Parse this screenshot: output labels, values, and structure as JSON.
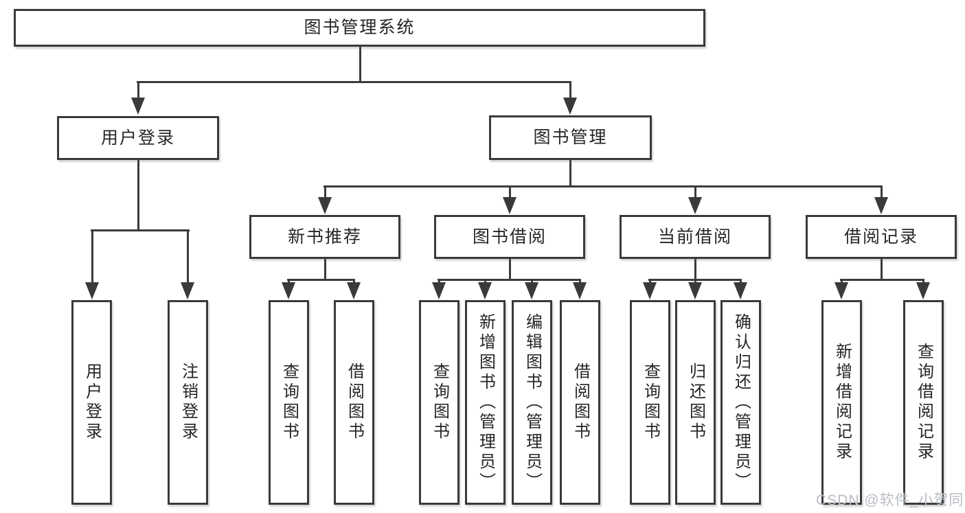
{
  "diagram": {
    "root": {
      "label": "图书管理系统"
    },
    "branches": [
      {
        "label": "用户登录",
        "leaves": [
          {
            "label": "用户登录"
          },
          {
            "label": "注销登录"
          }
        ]
      },
      {
        "label": "图书管理",
        "groups": [
          {
            "label": "新书推荐",
            "leaves": [
              {
                "label": "查询图书"
              },
              {
                "label": "借阅图书"
              }
            ]
          },
          {
            "label": "图书借阅",
            "leaves": [
              {
                "label": "查询图书"
              },
              {
                "label": "新增图书（管理员）"
              },
              {
                "label": "编辑图书（管理员）"
              },
              {
                "label": "借阅图书"
              }
            ]
          },
          {
            "label": "当前借阅",
            "leaves": [
              {
                "label": "查询图书"
              },
              {
                "label": "归还图书"
              },
              {
                "label": "确认归还（管理员）"
              }
            ]
          },
          {
            "label": "借阅记录",
            "leaves": [
              {
                "label": "新增借阅记录"
              },
              {
                "label": "查询借阅记录"
              }
            ]
          }
        ]
      }
    ]
  },
  "watermark": {
    "text": "CSDN @软件_小贺同学"
  },
  "colors": {
    "line": "#3a3a3a",
    "text": "#262626",
    "background": "#ffffff",
    "watermark": "#b9bdc4"
  }
}
